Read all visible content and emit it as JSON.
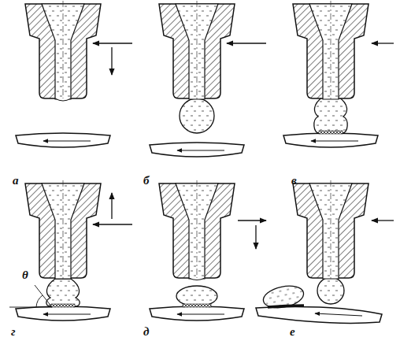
{
  "diagram": {
    "labels": [
      "а",
      "б",
      "в",
      "г",
      "д",
      "е",
      "θ"
    ]
  }
}
